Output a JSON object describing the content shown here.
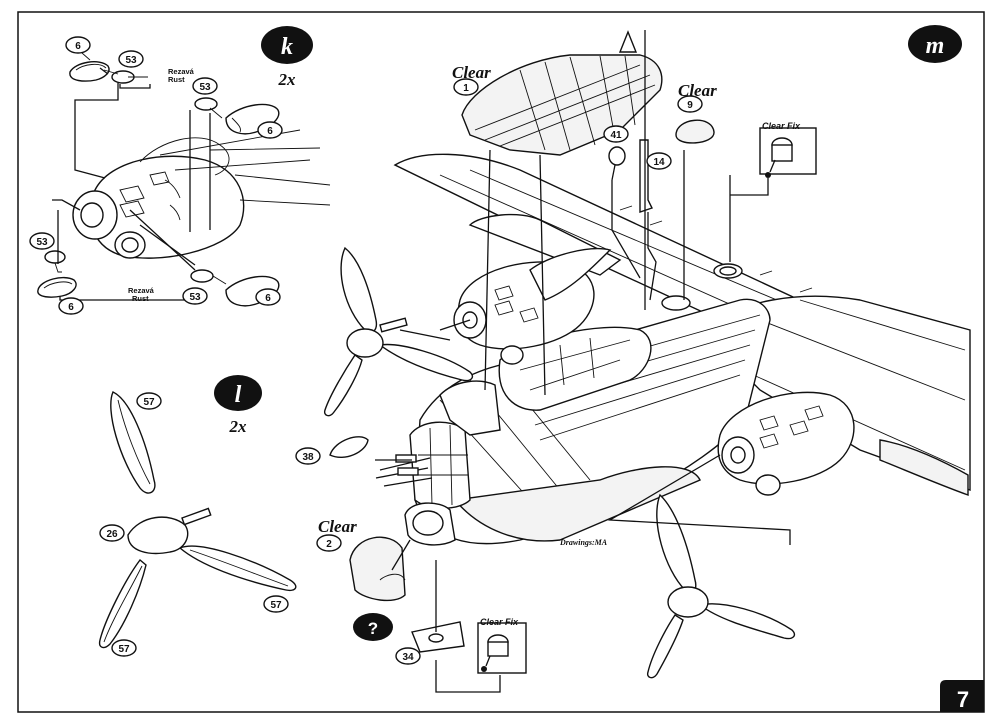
{
  "steps": {
    "k": {
      "letter": "k",
      "multiplier": "2x"
    },
    "l": {
      "letter": "l",
      "multiplier": "2x"
    },
    "m": {
      "letter": "m"
    },
    "unknown": {
      "symbol": "?"
    }
  },
  "labels": {
    "clear_canopy": "Clear",
    "clear_dome": "Clear",
    "clear_nose": "Clear",
    "clear_fix_top": "Clear Fix",
    "clear_fix_bottom": "Clear Fix",
    "rust_top_cz": "Rezavá",
    "rust_top_en": "Rust",
    "rust_bottom_cz": "Rezavá",
    "rust_bottom_en": "Rust",
    "signature": "Drawings:MA"
  },
  "callouts": {
    "k_6_top_left": "6",
    "k_53_top_left": "53",
    "k_53_top_right": "53",
    "k_6_top_right": "6",
    "k_53_bottom_left": "53",
    "k_6_bottom_left": "6",
    "k_53_bottom_right": "53",
    "k_6_bottom_right": "6",
    "l_57_top": "57",
    "l_26": "26",
    "l_57_right": "57",
    "l_57_bottom": "57",
    "m_1": "1",
    "m_41": "41",
    "m_14": "14",
    "m_9": "9",
    "m_38": "38",
    "m_2": "2",
    "m_34": "34"
  },
  "page_number": "7"
}
